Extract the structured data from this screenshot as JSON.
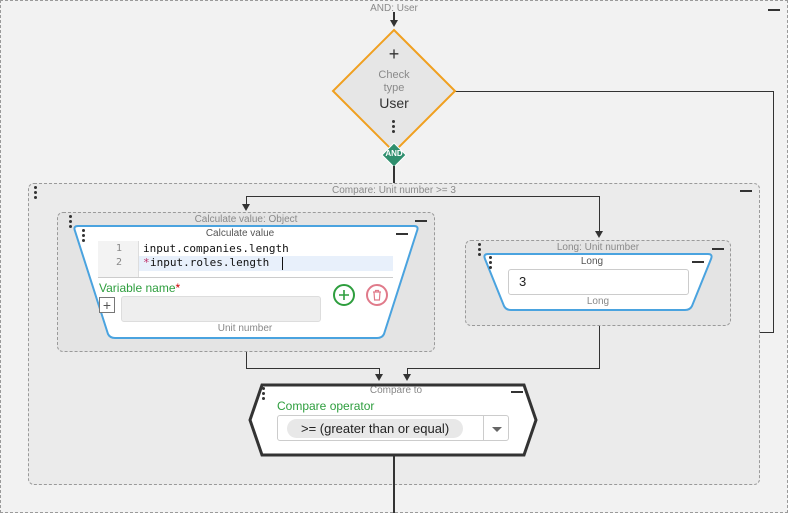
{
  "outer_group": {
    "title": "AND: User"
  },
  "check_node": {
    "line1": "Check",
    "line2": "type",
    "value": "User",
    "plus": "+"
  },
  "and_badge": {
    "label": "AND"
  },
  "compare_group": {
    "title": "Compare: Unit number >= 3"
  },
  "calc_group": {
    "title": "Calculate value: Object"
  },
  "calc_node": {
    "title": "Calculate value",
    "code_lines": [
      {
        "num": "1",
        "text": "input.companies.length"
      },
      {
        "num": "2",
        "marker": "*",
        "text": " input.roles.length"
      }
    ],
    "variable_label": "Variable name",
    "required_mark": "*",
    "variable_placeholder": "",
    "footer": "Unit number"
  },
  "long_group": {
    "title": "Long: Unit number"
  },
  "long_node": {
    "title": "Long",
    "value": "3",
    "footer": "Long"
  },
  "compare_node": {
    "title": "Compare to",
    "operator_label": "Compare operator",
    "operator_value": ">= (greater than or equal)"
  },
  "colors": {
    "accent_orange": "#f0a020",
    "node_blue": "#4aa3df",
    "green": "#2e9e3e",
    "red": "#e07a8a",
    "badge_green": "#2f8f6e"
  }
}
